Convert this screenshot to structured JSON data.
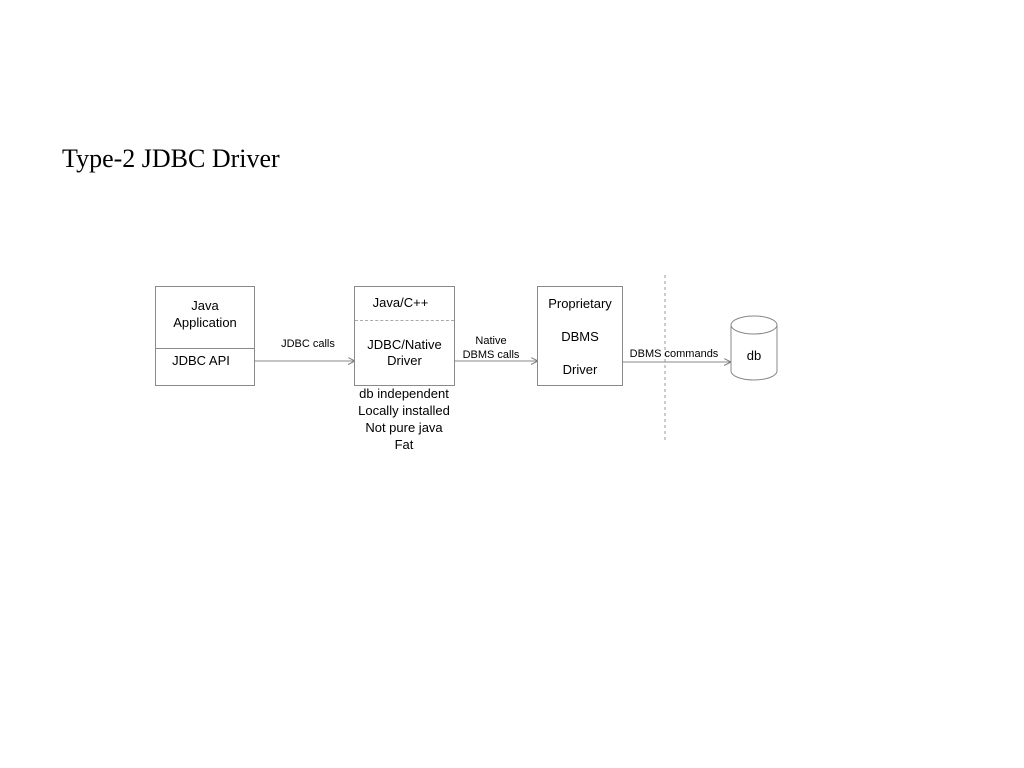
{
  "title": "Type-2 JDBC Driver",
  "java_app": {
    "top_line1": "Java",
    "top_line2": "Application",
    "bottom": "JDBC API"
  },
  "jdbc_calls": "JDBC calls",
  "native_driver": {
    "top": "Java/C++",
    "mid_line1": "JDBC/Native",
    "mid_line2": "Driver",
    "notes": [
      "db independent",
      "Locally installed",
      "Not pure java",
      "Fat"
    ]
  },
  "native_calls": {
    "line1": "Native",
    "line2": "DBMS calls"
  },
  "proprietary": {
    "line1": "Proprietary",
    "line2": "DBMS",
    "line3": "Driver"
  },
  "dbms_commands": "DBMS commands",
  "db": "db"
}
